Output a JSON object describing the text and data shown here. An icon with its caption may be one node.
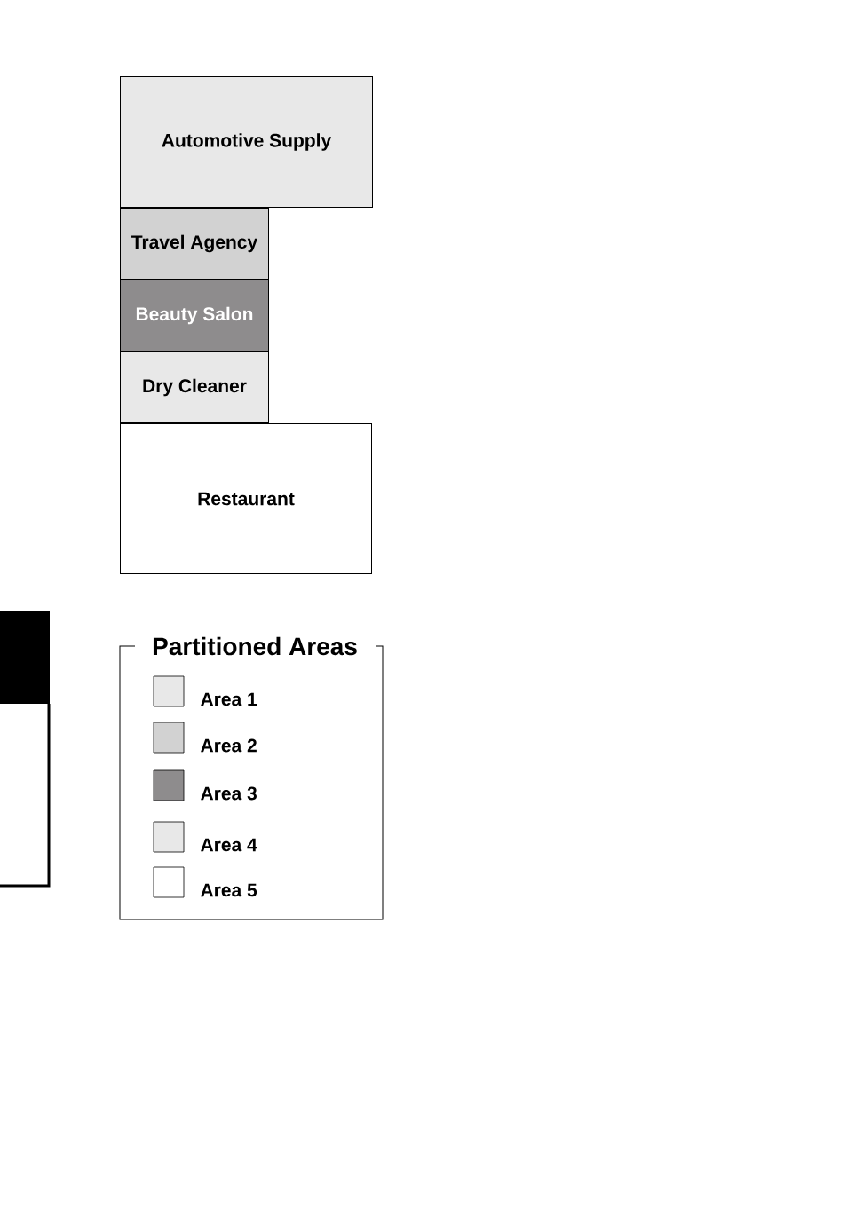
{
  "diagram": {
    "nodes": [
      {
        "text": [
          "Automotive Supply"
        ]
      },
      {
        "text": [
          "Travel Agency"
        ]
      },
      {
        "text": [
          "Beauty Salon"
        ]
      },
      {
        "text": [
          "Dry Cleaner"
        ]
      },
      {
        "text": [
          "Restaurant"
        ]
      }
    ],
    "labels": [
      "Partitioned Areas"
    ],
    "legend": [
      {
        "text": "Area 1",
        "color": "#e8e8e8"
      },
      {
        "text": "Area 2",
        "color": "#d2d2d2"
      },
      {
        "text": "Area 3",
        "color": "#8e8c8d"
      },
      {
        "text": "Area 4",
        "color": "#e8e8e8"
      },
      {
        "text": "Area 5"
      }
    ]
  }
}
